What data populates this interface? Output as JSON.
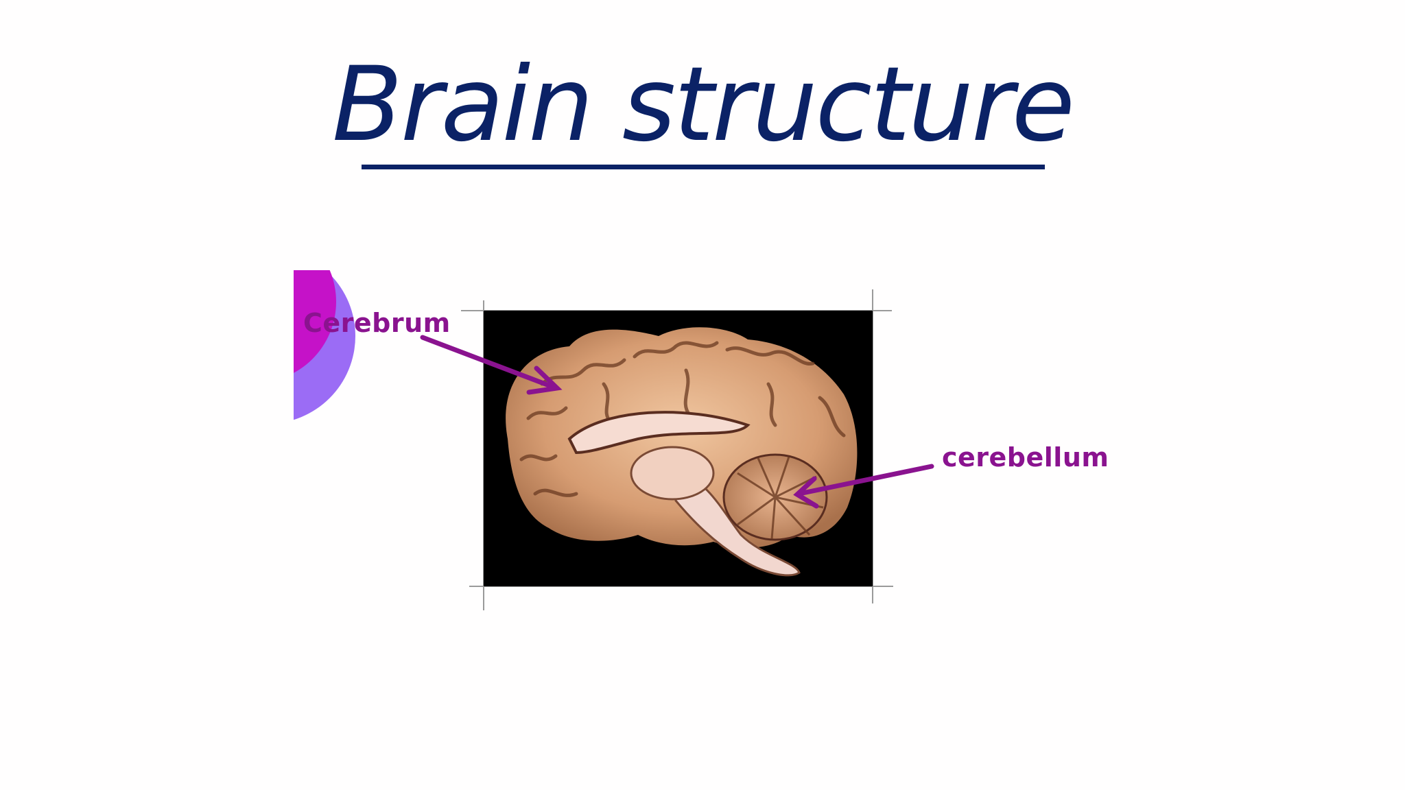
{
  "slide": {
    "title": "Brain structure",
    "labels": {
      "cerebrum": "Cerebrum",
      "cerebellum": "cerebellum"
    },
    "image": {
      "subject": "sagittal-section-of-human-brain"
    },
    "colors": {
      "title": "#0b2266",
      "label": "#8a138f",
      "arrow": "#8a138f",
      "decor_magenta": "#c512c8",
      "decor_violet": "#9b6cf5",
      "photo_background": "#000000"
    }
  }
}
